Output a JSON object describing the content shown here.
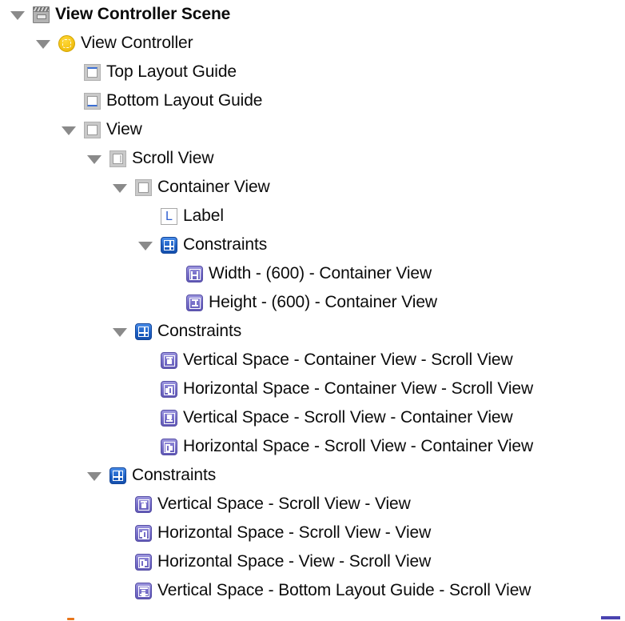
{
  "panel": {
    "name": "document-outline",
    "background": "#ffffff",
    "text_color": "#0b0b0b",
    "twisty_color": "#8a8a8a",
    "accents": {
      "scene_icon": "#b3b3b3",
      "view_controller_icon": "#f5c518",
      "view_icon": "#c9c9c9",
      "label_glyph": "#2f5fd0",
      "constraints_group": "#1c5fc4",
      "constraint_item": "#7a72cb",
      "guide_line": "#3b6fd4"
    }
  },
  "rows": [
    {
      "id": "view-controller-scene",
      "label": "View Controller Scene",
      "icon": "scene-icon",
      "depth": 0,
      "expanded": true,
      "bold": true
    },
    {
      "id": "view-controller",
      "label": "View Controller",
      "icon": "view-controller-icon",
      "depth": 1,
      "expanded": true,
      "bold": false
    },
    {
      "id": "top-layout-guide",
      "label": "Top Layout Guide",
      "icon": "top-layout-guide-icon",
      "depth": 2,
      "expanded": null,
      "bold": false
    },
    {
      "id": "bottom-layout-guide",
      "label": "Bottom Layout Guide",
      "icon": "bottom-layout-guide-icon",
      "depth": 2,
      "expanded": null,
      "bold": false
    },
    {
      "id": "view",
      "label": "View",
      "icon": "view-icon",
      "depth": 2,
      "expanded": true,
      "bold": false
    },
    {
      "id": "scroll-view",
      "label": "Scroll View",
      "icon": "scroll-view-icon",
      "depth": 3,
      "expanded": true,
      "bold": false
    },
    {
      "id": "container-view",
      "label": "Container View",
      "icon": "container-view-icon",
      "depth": 4,
      "expanded": true,
      "bold": false
    },
    {
      "id": "label",
      "label": "Label",
      "icon": "label-icon",
      "depth": 5,
      "expanded": null,
      "bold": false
    },
    {
      "id": "constraints-container",
      "label": "Constraints",
      "icon": "constraints-group-icon",
      "depth": 5,
      "expanded": true,
      "bold": false
    },
    {
      "id": "width-600-container-view",
      "label": "Width - (600) - Container View",
      "icon": "constraint-width-icon",
      "depth": 6,
      "expanded": null,
      "bold": false
    },
    {
      "id": "height-600-container-view",
      "label": "Height - (600) - Container View",
      "icon": "constraint-height-icon",
      "depth": 6,
      "expanded": null,
      "bold": false
    },
    {
      "id": "constraints-scroll-view",
      "label": "Constraints",
      "icon": "constraints-group-icon",
      "depth": 4,
      "expanded": true,
      "bold": false
    },
    {
      "id": "vspace-container-scroll",
      "label": "Vertical Space - Container View - Scroll View",
      "icon": "constraint-vertical-space-a-icon",
      "depth": 5,
      "expanded": null,
      "bold": false
    },
    {
      "id": "hspace-container-scroll",
      "label": "Horizontal Space - Container View - Scroll View",
      "icon": "constraint-horizontal-space-a-icon",
      "depth": 5,
      "expanded": null,
      "bold": false
    },
    {
      "id": "vspace-scroll-container",
      "label": "Vertical Space - Scroll View - Container View",
      "icon": "constraint-vertical-space-b-icon",
      "depth": 5,
      "expanded": null,
      "bold": false
    },
    {
      "id": "hspace-scroll-container",
      "label": "Horizontal Space - Scroll View - Container View",
      "icon": "constraint-horizontal-space-b-icon",
      "depth": 5,
      "expanded": null,
      "bold": false
    },
    {
      "id": "constraints-view",
      "label": "Constraints",
      "icon": "constraints-group-icon",
      "depth": 3,
      "expanded": true,
      "bold": false
    },
    {
      "id": "vspace-scroll-view",
      "label": "Vertical Space - Scroll View - View",
      "icon": "constraint-vertical-space-a-icon",
      "depth": 4,
      "expanded": null,
      "bold": false
    },
    {
      "id": "hspace-scroll-view",
      "label": "Horizontal Space - Scroll View - View",
      "icon": "constraint-horizontal-space-a-icon",
      "depth": 4,
      "expanded": null,
      "bold": false
    },
    {
      "id": "hspace-view-scroll",
      "label": "Horizontal Space - View - Scroll View",
      "icon": "constraint-horizontal-space-b-icon",
      "depth": 4,
      "expanded": null,
      "bold": false
    },
    {
      "id": "vspace-bottom-guide-scroll",
      "label": "Vertical Space - Bottom Layout Guide - Scroll View",
      "icon": "constraint-guide-icon",
      "depth": 4,
      "expanded": null,
      "bold": false
    }
  ]
}
